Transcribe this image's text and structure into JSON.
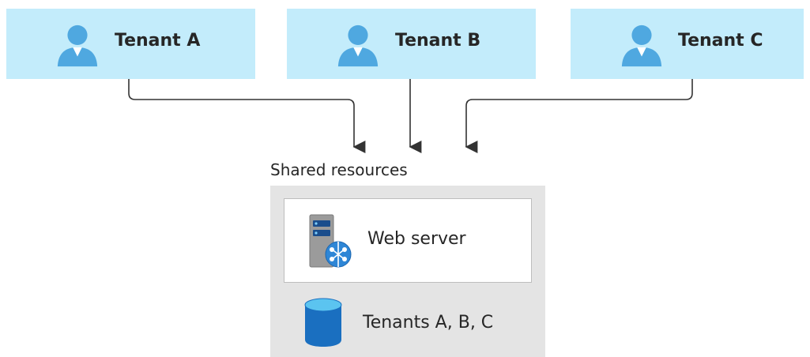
{
  "tenants": [
    {
      "label": "Tenant A",
      "icon": "user-icon"
    },
    {
      "label": "Tenant B",
      "icon": "user-icon"
    },
    {
      "label": "Tenant C",
      "icon": "user-icon"
    }
  ],
  "shared": {
    "caption": "Shared resources",
    "web_server": {
      "label": "Web server",
      "icon": "web-server-icon"
    },
    "database": {
      "label": "Tenants A, B, C",
      "icon": "database-icon"
    }
  },
  "colors": {
    "tenant_fill": "#c3ecfb",
    "shared_fill": "#e4e4e4",
    "user_icon": "#4fa8e0",
    "database": "#1a6fc0",
    "connector": "#333333",
    "text": "#262626"
  }
}
